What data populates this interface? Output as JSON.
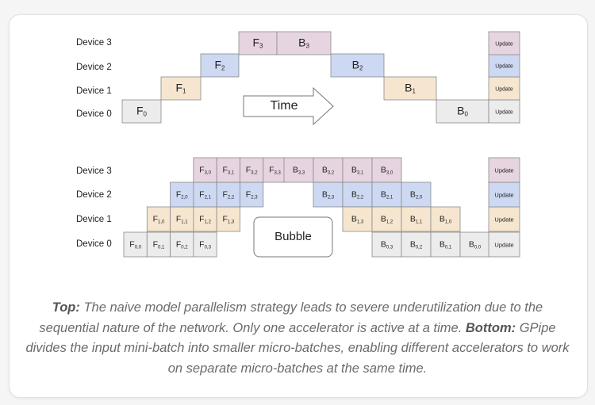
{
  "colors": {
    "F": "#f6e6cf",
    "B": "#ffffff",
    "dev0": "#ececec",
    "dev1": "#f6e6cf",
    "dev2": "#cdd8f2",
    "dev3": "#e6d5e1",
    "stroke": "#8a8a8a"
  },
  "top": {
    "devices": [
      "Device 3",
      "Device 2",
      "Device 1",
      "Device 0"
    ],
    "forward": [
      {
        "device": 0,
        "base": "F",
        "sub": "0"
      },
      {
        "device": 1,
        "base": "F",
        "sub": "1"
      },
      {
        "device": 2,
        "base": "F",
        "sub": "2"
      },
      {
        "device": 3,
        "base": "F",
        "sub": "3"
      }
    ],
    "backward": [
      {
        "device": 3,
        "base": "B",
        "sub": "3"
      },
      {
        "device": 2,
        "base": "B",
        "sub": "2"
      },
      {
        "device": 1,
        "base": "B",
        "sub": "1"
      },
      {
        "device": 0,
        "base": "B",
        "sub": "0"
      }
    ],
    "update_label": "Update",
    "arrow_label": "Time"
  },
  "bottom": {
    "devices": [
      "Device 3",
      "Device 2",
      "Device 1",
      "Device 0"
    ],
    "forward": [
      [
        "F",
        "0,0"
      ],
      [
        "F",
        "0,1"
      ],
      [
        "F",
        "0,2"
      ],
      [
        "F",
        "0,3"
      ],
      [
        "F",
        "1,0"
      ],
      [
        "F",
        "1,1"
      ],
      [
        "F",
        "1,2"
      ],
      [
        "F",
        "1,3"
      ],
      [
        "F",
        "2,0"
      ],
      [
        "F",
        "2,1"
      ],
      [
        "F",
        "2,2"
      ],
      [
        "F",
        "2,3"
      ],
      [
        "F",
        "3,0"
      ],
      [
        "F",
        "3,1"
      ],
      [
        "F",
        "3,2"
      ],
      [
        "F",
        "3,3"
      ]
    ],
    "backward": [
      [
        "B",
        "3,3"
      ],
      [
        "B",
        "3,2"
      ],
      [
        "B",
        "3,1"
      ],
      [
        "B",
        "3,0"
      ],
      [
        "B",
        "2,3"
      ],
      [
        "B",
        "2,2"
      ],
      [
        "B",
        "2,1"
      ],
      [
        "B",
        "2,0"
      ],
      [
        "B",
        "1,3"
      ],
      [
        "B",
        "1,2"
      ],
      [
        "B",
        "1,1"
      ],
      [
        "B",
        "1,0"
      ],
      [
        "B",
        "0,3"
      ],
      [
        "B",
        "0,2"
      ],
      [
        "B",
        "0,1"
      ],
      [
        "B",
        "0,0"
      ]
    ],
    "update_label": "Update",
    "bubble_label": "Bubble"
  },
  "caption": {
    "top_label": "Top:",
    "top_text": " The naive model parallelism strategy leads to severe underutilization due to the sequential nature of the network. Only one accelerator is active at a time. ",
    "bottom_label": "Bottom:",
    "bottom_text": " GPipe divides the input mini-batch into smaller micro-batches, enabling different accelerators to work on separate micro-batches at the same time."
  }
}
